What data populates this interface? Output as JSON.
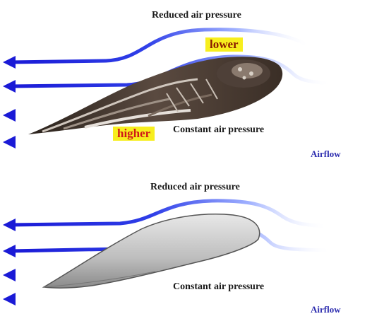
{
  "top": {
    "reduced_label": "Reduced air pressure",
    "constant_label": "Constant air pressure",
    "airflow_label": "Airflow",
    "lower_badge": "lower",
    "higher_badge": "higher"
  },
  "bottom": {
    "reduced_label": "Reduced air pressure",
    "constant_label": "Constant air pressure",
    "airflow_label": "Airflow"
  },
  "colors": {
    "arrow_dark": "#1f1fd0",
    "arrow_light": "#c7d2ff",
    "badge_bg": "#f7ee1e",
    "lower_text": "#8a1a00",
    "higher_text": "#d01818",
    "airfoil_fill": "#c8c8c8"
  },
  "icons": {
    "wing": "bird-wing-illustration",
    "airfoil": "airfoil-shape"
  }
}
